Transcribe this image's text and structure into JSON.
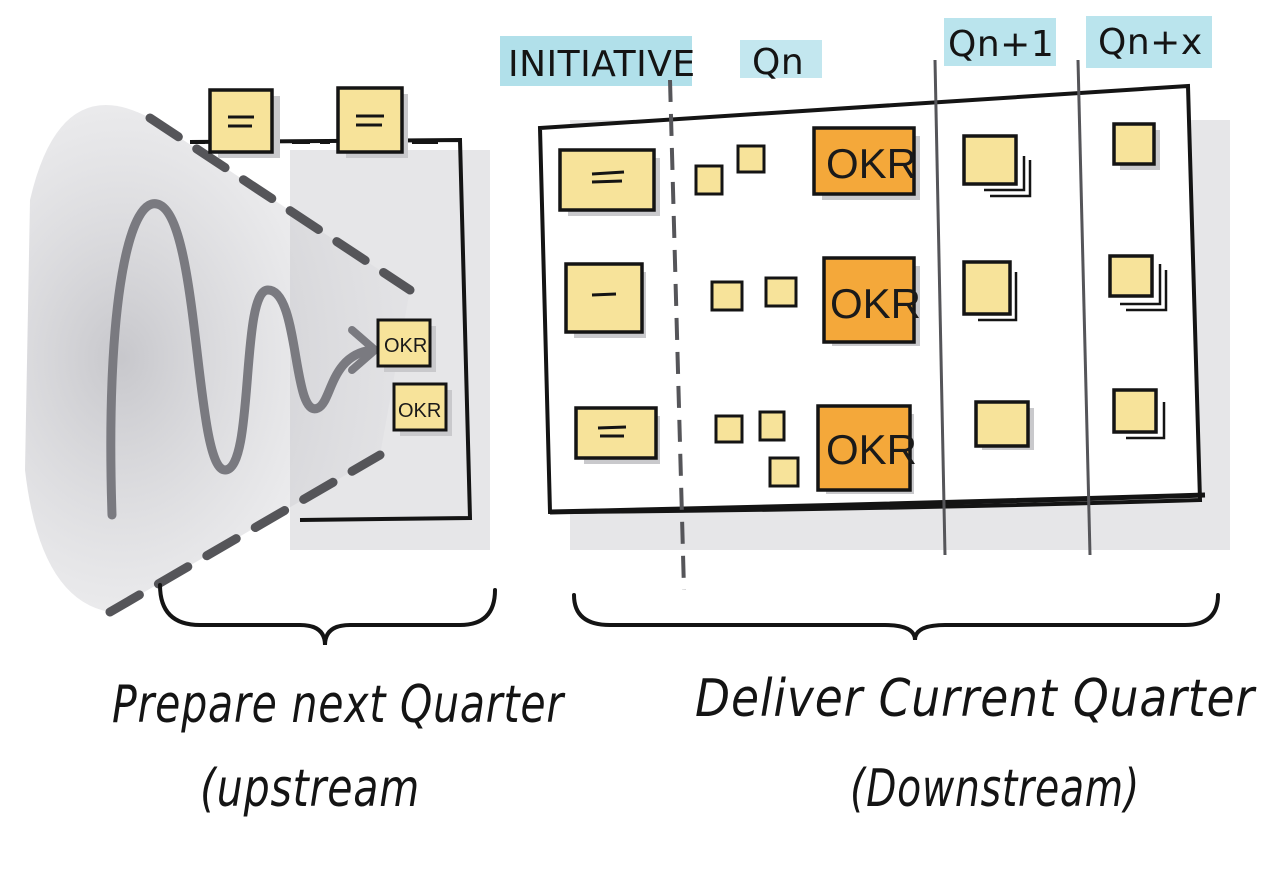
{
  "headers": {
    "initiative": "INITIATIVE",
    "qn": "Qn",
    "qn1": "Qn+1",
    "qnx": "Qn+x"
  },
  "okr_label": "OKR",
  "labels": {
    "upstream_line1": "Prepare next Quarter",
    "upstream_line2": "(upstream",
    "downstream_line1": "Deliver Current Quarter",
    "downstream_line2": "(Downstream)"
  },
  "colors": {
    "sticky_yellow": "#f7e39a",
    "okr_orange": "#f4a83a",
    "header_highlight": "#a9dde8",
    "ink": "#141414",
    "funnel_gray": "#7a7a80"
  }
}
